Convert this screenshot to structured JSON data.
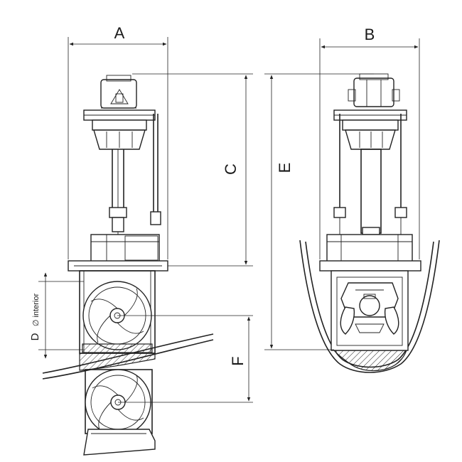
{
  "diagram": {
    "labels": {
      "A": "A",
      "B": "B",
      "C": "C",
      "D": "D",
      "D_suffix": "∅ interior",
      "E": "E",
      "F": "F"
    },
    "colors": {
      "line": "#222222",
      "background": "#ffffff"
    }
  }
}
